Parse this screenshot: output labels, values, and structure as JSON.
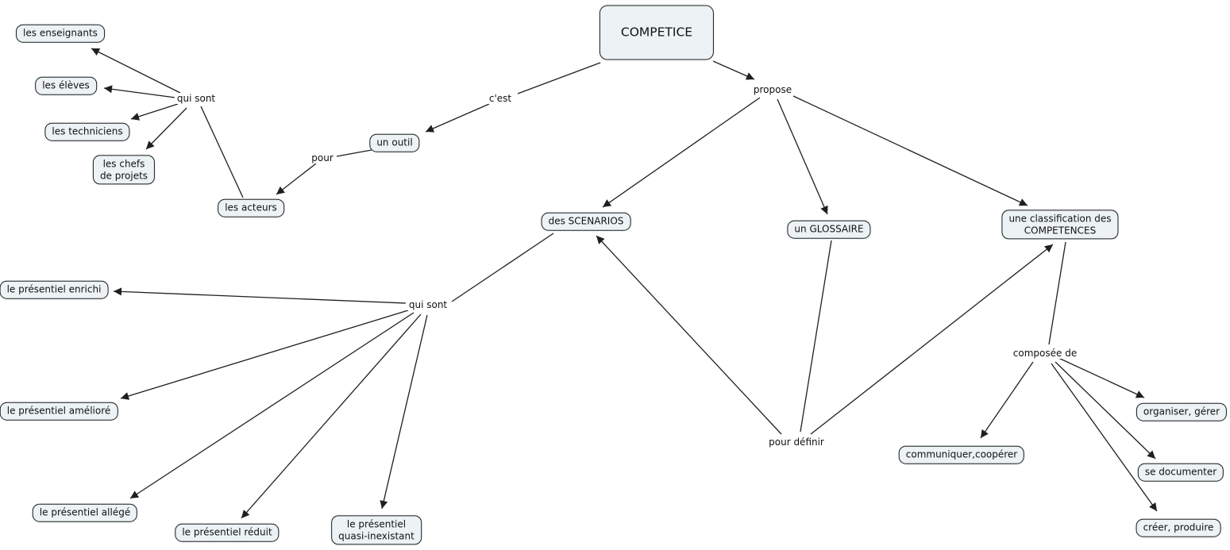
{
  "diagram": {
    "background_color": "#ffffff",
    "node_fill_color": "#edf3f5",
    "node_border_color": "#1f1f1f",
    "line_color": "#1f1f1f",
    "text_color": "#111111"
  },
  "nodes": {
    "competice": {
      "label": "COMPETICE"
    },
    "enseignants": {
      "label": "les enseignants"
    },
    "eleves": {
      "label": "les élèves"
    },
    "techniciens": {
      "label": "les techniciens"
    },
    "chefs": {
      "line1": "les chefs",
      "line2": "de projets"
    },
    "acteurs": {
      "label": "les acteurs"
    },
    "outil": {
      "label": "un outil"
    },
    "scenarios": {
      "label": "des SCENARIOS"
    },
    "glossaire": {
      "label": "un GLOSSAIRE"
    },
    "competences": {
      "line1": "une classification des",
      "line2": "COMPETENCES"
    },
    "enrichi": {
      "label": "le présentiel enrichi"
    },
    "ameliore": {
      "label": "le présentiel amélioré"
    },
    "allege": {
      "label": "le présentiel allégé"
    },
    "reduit": {
      "label": "le présentiel réduit"
    },
    "quasi": {
      "line1": "le présentiel",
      "line2": "quasi-inexistant"
    },
    "communiquer": {
      "label": "communiquer,coopérer"
    },
    "organiser": {
      "label": "organiser, gérer"
    },
    "documenter": {
      "label": "se documenter"
    },
    "creer": {
      "label": "créer, produire"
    }
  },
  "links": {
    "cest": "c'est",
    "pour": "pour",
    "qui_sont_top": "qui sont",
    "propose": "propose",
    "qui_sont_bottom": "qui sont",
    "pour_definir": "pour définir",
    "composee_de": "composée de"
  }
}
